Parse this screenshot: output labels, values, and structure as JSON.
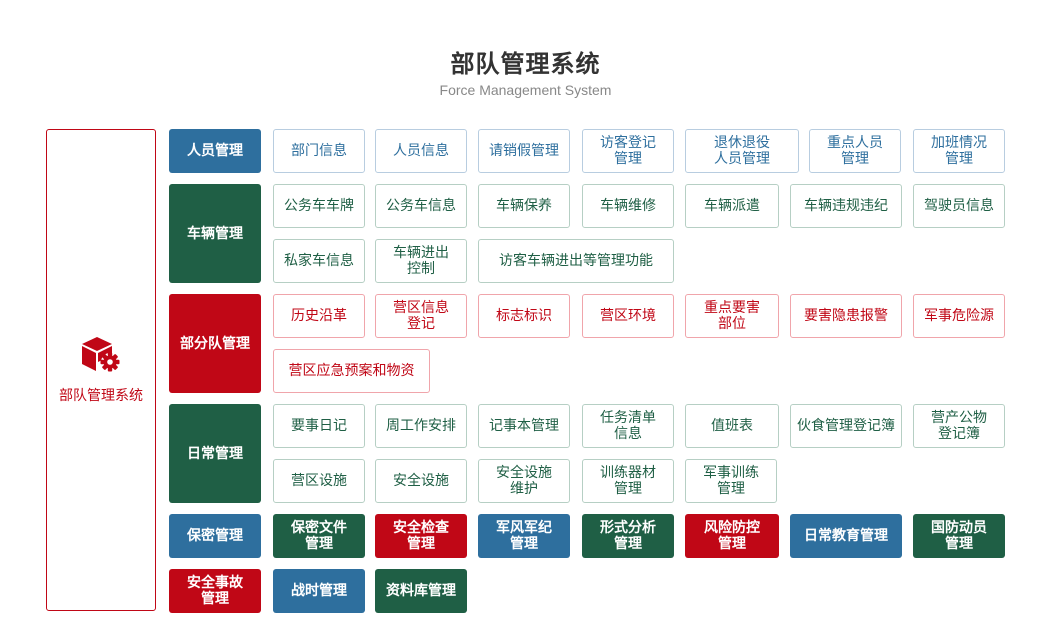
{
  "header": {
    "title": "部队管理系统",
    "subtitle": "Force Management System"
  },
  "root": {
    "label": "部队管理系统",
    "icon": "cube-gear-icon",
    "color": "#c00716"
  },
  "colors": {
    "blue": "#2e6f9e",
    "green": "#1f5f45",
    "red": "#c00716"
  },
  "categories": [
    {
      "label": "人员管理",
      "items": [
        "部门信息",
        "人员信息",
        "请销假管理",
        "访客登记\n管理",
        "退休退役\n人员管理",
        "重点人员\n管理",
        "加班情况\n管理"
      ]
    },
    {
      "label": "车辆管理",
      "items": [
        "公务车车牌",
        "公务车信息",
        "车辆保养",
        "车辆维修",
        "车辆派遣",
        "车辆违规违纪",
        "驾驶员信息",
        "私家车信息",
        "车辆进出\n控制",
        "访客车辆进出等管理功能"
      ]
    },
    {
      "label": "部分队管理",
      "items": [
        "历史沿革",
        "营区信息\n登记",
        "标志标识",
        "营区环境",
        "重点要害\n部位",
        "要害隐患报警",
        "军事危险源",
        "营区应急预案和物资"
      ]
    },
    {
      "label": "日常管理",
      "items": [
        "要事日记",
        "周工作安排",
        "记事本管理",
        "任务清单\n信息",
        "值班表",
        "伙食管理登记簿",
        "营产公物\n登记簿",
        "营区设施",
        "安全设施",
        "安全设施\n维护",
        "训练器材\n管理",
        "军事训练\n管理"
      ]
    },
    {
      "label": "保密管理",
      "items": [
        "保密文件\n管理",
        "安全检查\n管理",
        "军风军纪\n管理",
        "形式分析\n管理",
        "风险防控\n管理",
        "日常教育管理",
        "国防动员\n管理"
      ]
    },
    {
      "label": "安全事故\n管理",
      "items": [
        "战时管理",
        "资料库管理"
      ]
    }
  ]
}
